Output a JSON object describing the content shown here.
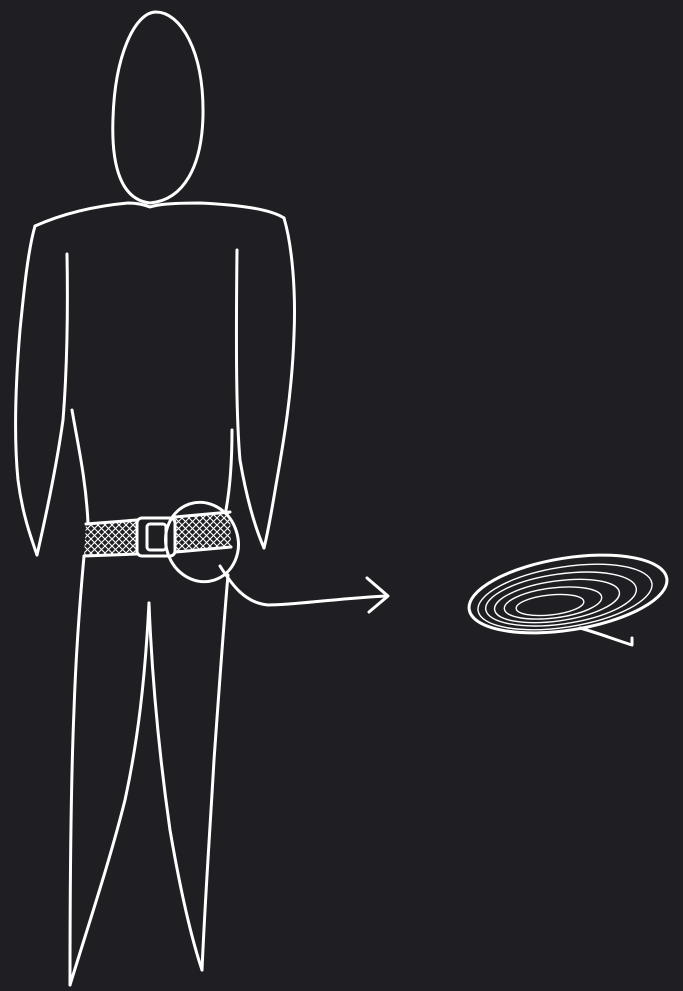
{
  "colors": {
    "background": "#1f1e22",
    "line": "#ffffff"
  },
  "figure": {
    "subject": "standing-figure",
    "highlight": "belt-pouch"
  },
  "detail": {
    "subject": "coiled-cable"
  }
}
